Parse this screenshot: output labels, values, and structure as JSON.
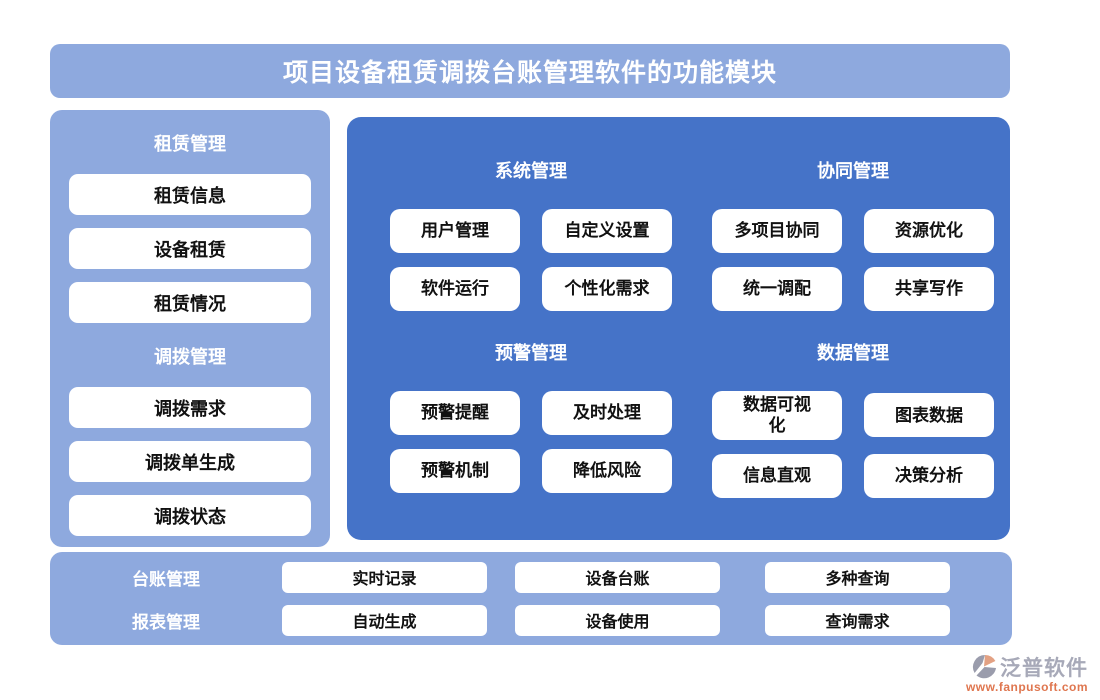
{
  "title": "项目设备租赁调拨台账管理软件的功能模块",
  "colors": {
    "light_blue": "#8EA9DE",
    "dark_blue": "#4573C8",
    "button_bg": "#FFFFFF",
    "button_text": "#111111",
    "header_text": "#FFFFFF",
    "logo_gray": "#A7A9B8",
    "logo_orange": "#DF764F"
  },
  "sidebar": {
    "sections": [
      {
        "header": "租赁管理",
        "items": [
          "租赁信息",
          "设备租赁",
          "租赁情况"
        ]
      },
      {
        "header": "调拨管理",
        "items": [
          "调拨需求",
          "调拨单生成",
          "调拨状态"
        ]
      }
    ]
  },
  "main": {
    "sections": [
      {
        "header": "系统管理",
        "items": [
          "用户管理",
          "自定义设置",
          "软件运行",
          "个性化需求"
        ]
      },
      {
        "header": "协同管理",
        "items": [
          "多项目协同",
          "资源优化",
          "统一调配",
          "共享写作"
        ]
      },
      {
        "header": "预警管理",
        "items": [
          "预警提醒",
          "及时处理",
          "预警机制",
          "降低风险"
        ]
      },
      {
        "header": "数据管理",
        "items": [
          "数据可视化",
          "图表数据",
          "信息直观",
          "决策分析"
        ]
      }
    ]
  },
  "bottom": {
    "rows": [
      {
        "label": "台账管理",
        "items": [
          "实时记录",
          "设备台账",
          "多种查询"
        ]
      },
      {
        "label": "报表管理",
        "items": [
          "自动生成",
          "设备使用",
          "查询需求"
        ]
      }
    ]
  },
  "footer": {
    "brand": "泛普软件",
    "url": "www.fanpusoft.com"
  }
}
